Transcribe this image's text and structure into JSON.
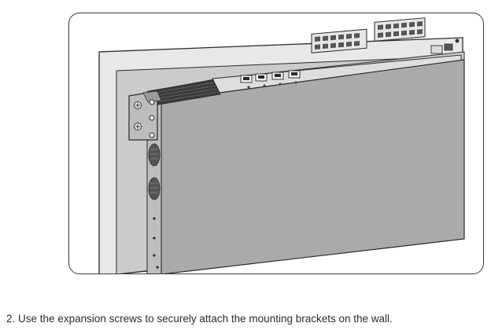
{
  "document": {
    "figure": {
      "description_icon": "switch-wall-mount-illustration"
    },
    "caption": {
      "step_number": "2.",
      "text": "Use the expansion screws to securely attach the mounting brackets on the wall."
    }
  },
  "colors": {
    "wall_face": "#c8c8c8",
    "wall_edge": "#e6e6e6",
    "device_body": "#a9a9a9",
    "device_top": "#cfcfcf",
    "outline": "#2a2a2a",
    "caption_text": "#2b2b2b"
  }
}
